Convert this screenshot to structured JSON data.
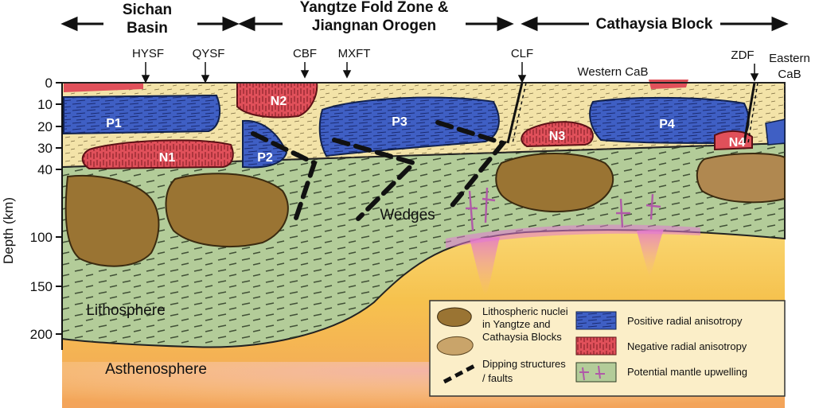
{
  "regions": {
    "sichuan": [
      "Sichan",
      "Basin"
    ],
    "yangtze": [
      "Yangtze Fold Zone &",
      "Jiangnan Orogen"
    ],
    "cathaysia": "Cathaysia Block"
  },
  "faults": {
    "hysf": "HYSF",
    "qysf": "QYSF",
    "cbf": "CBF",
    "mxft": "MXFT",
    "clf": "CLF",
    "zdf": "ZDF",
    "western_cab": "Western CaB",
    "eastern_cab": [
      "Eastern",
      "CaB"
    ]
  },
  "axis": {
    "label": "Depth (km)",
    "ticks": [
      "0",
      "10",
      "20",
      "30",
      "40",
      "100",
      "150",
      "200"
    ]
  },
  "bodies": {
    "p1": "P1",
    "p2": "P2",
    "p3": "P3",
    "p4": "P4",
    "n1": "N1",
    "n2": "N2",
    "n3": "N3",
    "n4": "N4"
  },
  "labels": {
    "wedges": "Wedges",
    "lithosphere": "Lithosphere",
    "asthenosphere": "Asthenosphere"
  },
  "legend": {
    "nuclei": [
      "Lithospheric nuclei",
      "in Yangtze and",
      "Cathaysia Blocks"
    ],
    "dipping": [
      "Dipping structures",
      "/ faults"
    ],
    "positive": "Positive radial anisotropy",
    "negative": "Negative radial anisotropy",
    "upwelling": "Potential mantle upwelling"
  },
  "colors": {
    "positive": "#3f5fc4",
    "negative": "#e0505a",
    "crust": "#f3e3a8",
    "lithosphere": "#b3cc99",
    "asthenosphere": "#f6c85a",
    "nuclei": "#9a7433",
    "upwelling": "#d98ad0"
  }
}
